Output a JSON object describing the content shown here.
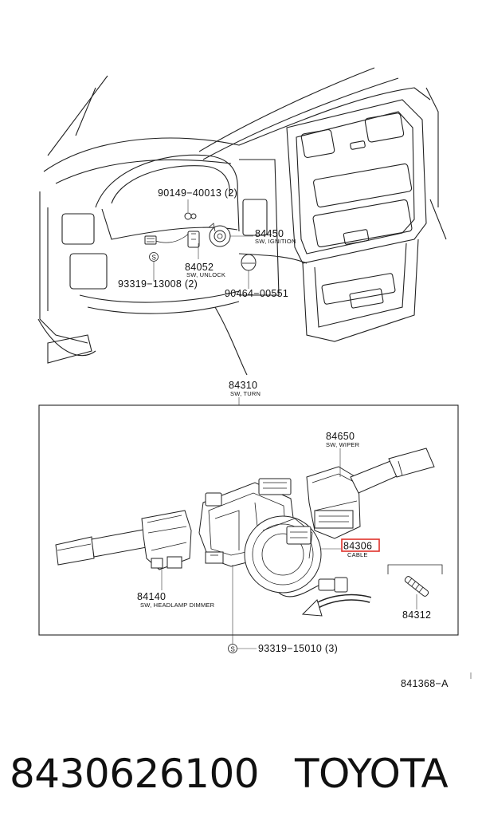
{
  "diagram": {
    "labels": {
      "p90149": "90149−40013 (2)",
      "p84450": "84450",
      "p84450_sub": "SW, IGNITION",
      "p84052": "84052",
      "p84052_sub": "SW, UNLOCK",
      "p93319a": "93319−13008 (2)",
      "p90464": "90464−00551",
      "p84310": "84310",
      "p84310_sub": "SW, TURN",
      "p84650": "84650",
      "p84650_sub": "SW, WIPER",
      "p84306": "84306",
      "p84306_sub": "CABLE",
      "p84140": "84140",
      "p84140_sub": "SW, HEADLAMP DIMMER",
      "p84312": "84312",
      "p93319b": "93319−15010 (3)",
      "ref": "841368−A",
      "s_mark": "S"
    },
    "highlight_color": "#e0322b"
  },
  "footer": {
    "part_number": "8430626100",
    "brand": "TOYOTA"
  }
}
